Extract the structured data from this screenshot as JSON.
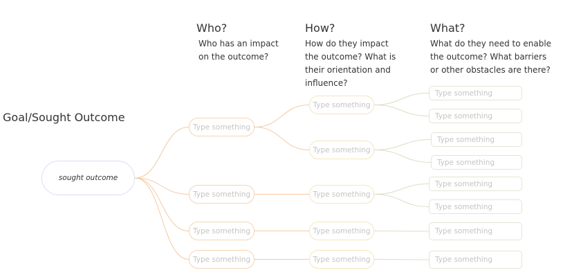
{
  "goal_title": "Goal/Sought Outcome",
  "columns": {
    "who": {
      "title": "Who?",
      "lines": [
        "Who has an impact",
        "on the outcome?"
      ]
    },
    "how": {
      "title": "How?",
      "lines": [
        "How do they impact",
        "the outcome? What is",
        "their orientation and",
        "influence?"
      ]
    },
    "what": {
      "title": "What?",
      "lines": [
        "What do they need to enable",
        "the outcome? What barriers",
        "or other obstacles are there?"
      ]
    }
  },
  "root": {
    "label": "sought outcome"
  },
  "placeholder": "Type something",
  "colors": {
    "root_edge": "#f5c9a0",
    "how_edge": "#dcdcc4"
  }
}
